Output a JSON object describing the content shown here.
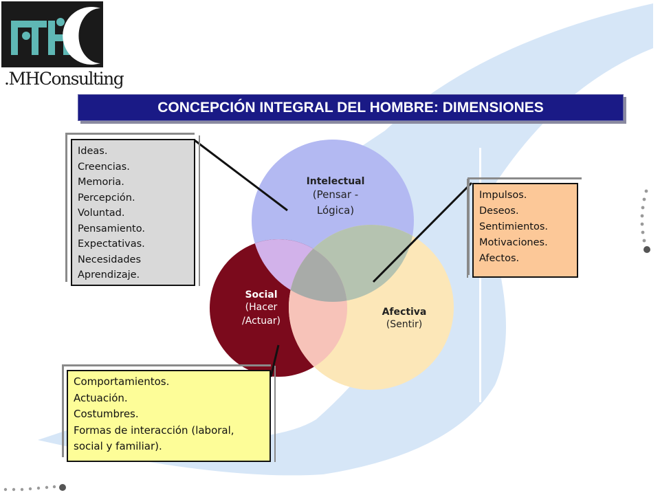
{
  "logo": {
    "text": ".MHConsulting"
  },
  "title": "CONCEPCIÓN INTEGRAL DEL HOMBRE: DIMENSIONES",
  "circles": {
    "intelectual": {
      "name": "Intelectual",
      "sub_1": "(Pensar -",
      "sub_2": "Lógica)",
      "color": "#b3b9f2"
    },
    "social": {
      "name": "Social",
      "sub_1": "(Hacer",
      "sub_2": "/Actuar)",
      "color": "#7b0a1c"
    },
    "afectiva": {
      "name": "Afectiva",
      "sub_1": "(Sentir)",
      "color": "#fce7b8"
    }
  },
  "boxes": {
    "intelectual": {
      "items": [
        "Ideas.",
        "Creencias.",
        "Memoria.",
        "Percepción.",
        "Voluntad.",
        "Pensamiento.",
        "Expectativas.",
        "Necesidades",
        "Aprendizaje."
      ],
      "color": "#d9d9d9"
    },
    "afectiva": {
      "items": [
        "Impulsos.",
        "Deseos.",
        "Sentimientos.",
        "Motivaciones.",
        "Afectos."
      ],
      "color": "#fcc898"
    },
    "social": {
      "items": [
        "Comportamientos.",
        "Actuación.",
        "Costumbres.",
        "Formas de interacción (laboral,",
        "social y familiar)."
      ],
      "color": "#fdfd98"
    }
  },
  "colors": {
    "title_bar": "#1a1a86",
    "decor": "#d6e6f7"
  }
}
